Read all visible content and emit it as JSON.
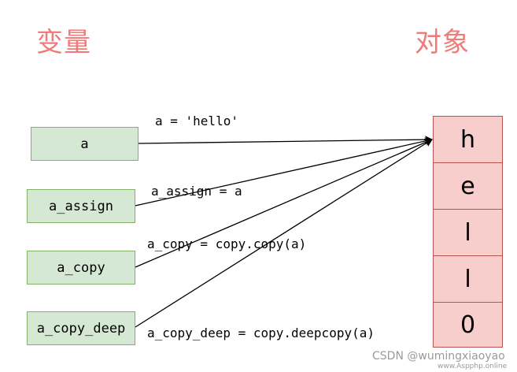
{
  "headings": {
    "variables": "变量",
    "objects": "对象"
  },
  "variables": [
    {
      "name": "a",
      "statement": "a = 'hello'"
    },
    {
      "name": "a_assign",
      "statement": "a_assign = a"
    },
    {
      "name": "a_copy",
      "statement": "a_copy = copy.copy(a)"
    },
    {
      "name": "a_copy_deep",
      "statement": "a_copy_deep = copy.deepcopy(a)"
    }
  ],
  "object_chars": [
    "h",
    "e",
    "l",
    "l",
    "0"
  ],
  "watermark": {
    "csdn": "CSDN @wumingxiaoyao",
    "site": "www.Aspphp.online"
  },
  "colors": {
    "heading": "#f07b78",
    "variable_fill": "#d5e8d4",
    "variable_border": "#82b366",
    "object_fill": "#f8cecc",
    "object_border": "#b85450"
  }
}
